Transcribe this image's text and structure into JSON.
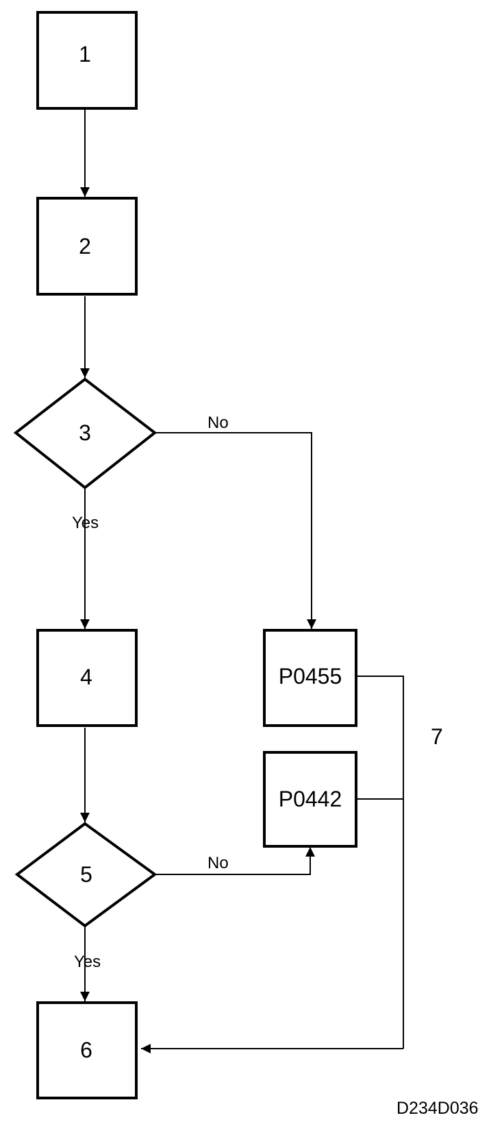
{
  "flowchart": {
    "nodes": {
      "n1": "1",
      "n2": "2",
      "n3": "3",
      "n4": "4",
      "n5": "5",
      "n6": "6",
      "p0455": "P0455",
      "p0442": "P0442"
    },
    "branch_labels": {
      "n3_no": "No",
      "n3_yes": "Yes",
      "n5_no": "No",
      "n5_yes": "Yes"
    },
    "callout": "7",
    "reference_code": "D234D036"
  },
  "colors": {
    "line": "#000000",
    "background": "#ffffff"
  }
}
